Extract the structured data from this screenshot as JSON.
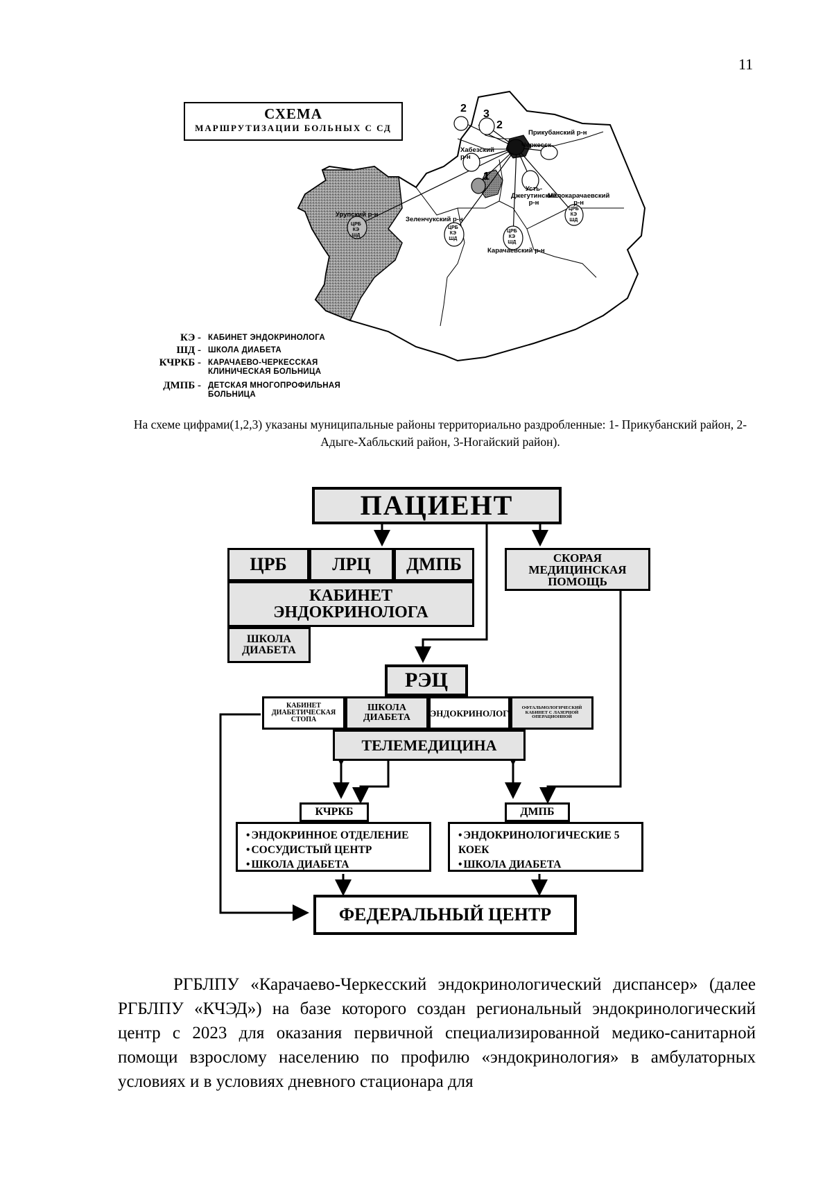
{
  "page_number": "11",
  "schema": {
    "title": "СХЕМА",
    "subtitle": "МАРШРУТИЗАЦИИ БОЛЬНЫХ С СД"
  },
  "map_labels": {
    "district_numbers": [
      "2",
      "3",
      "2",
      "1"
    ],
    "prikubansky": "Прикубанский р-н",
    "cherkessk": "Черкесск",
    "habezsky": "Хабезский\nр-н",
    "ust_dzheguta": "Усть-\nДжегутинский\nр-н",
    "malokarachaevsky": "Малокарачаевский\nр-н",
    "urupsky": "Урупский р-н",
    "zelenchuksky": "Зеленчукский р-н",
    "karachaevsky": "Карачаевский р-н",
    "node_text": "ЦРБ\nКЭ\nШД"
  },
  "legend": [
    {
      "abbr": "КЭ -",
      "def": "КАБИНЕТ ЭНДОКРИНОЛОГА"
    },
    {
      "abbr": "ШД -",
      "def": "ШКОЛА ДИАБЕТА"
    },
    {
      "abbr": "КЧРКБ -",
      "def": "КАРАЧАЕВО-ЧЕРКЕССКАЯ\nКЛИНИЧЕСКАЯ БОЛЬНИЦА"
    },
    {
      "abbr": "ДМПБ -",
      "def": "ДЕТСКАЯ МНОГОПРОФИЛЬНАЯ\nБОЛЬНИЦА"
    }
  ],
  "caption": "На схеме цифрами(1,2,3) указаны муниципальные районы территориально раздробленные: 1- Прикубанский район, 2- Адыге-Хабльский район, 3-Ногайский район).",
  "flow": {
    "patient": "ПАЦИЕНТ",
    "crb": "ЦРБ",
    "lrc": "ЛРЦ",
    "dmpb_top": "ДМПБ",
    "endo_cabinet": "КАБИНЕТ ЭНДОКРИНОЛОГА",
    "school_top": "ШКОЛА ДИАБЕТА",
    "ambulance": "СКОРАЯ МЕДИЦИНСКАЯ ПОМОЩЬ",
    "rec": "РЭЦ",
    "foot_cabinet": "КАБИНЕТ ДИАБЕТИЧЕСКАЯ СТОПА",
    "school_rec": "ШКОЛА ДИАБЕТА",
    "endocrinologist": "ЭНДОКРИНОЛОГ",
    "ophthalmology": "ОФТАЛЬМОЛОГИЧЕСКИЙ КАБИНЕТ С ЛАЗЕРНОЙ ОПЕРАЦИОННОЙ",
    "telemedicine": "ТЕЛЕМЕДИЦИНА",
    "kchrkb": "КЧРКБ",
    "dmpb_bottom": "ДМПБ",
    "kchrkb_items": [
      "ЭНДОКРИННОЕ ОТДЕЛЕНИЕ",
      "СОСУДИСТЫЙ ЦЕНТР",
      "ШКОЛА ДИАБЕТА"
    ],
    "dmpb_items": [
      "ЭНДОКРИНОЛОГИЧЕСКИЕ 5 КОЕК",
      "ШКОЛА ДИАБЕТА"
    ],
    "federal": "ФЕДЕРАЛЬНЫЙ ЦЕНТР"
  },
  "paragraph": "РГБЛПУ «Карачаево-Черкесский эндокринологический диспансер» (далее РГБЛПУ «КЧЭД») на базе которого создан региональный эндокринологический центр с 2023 для оказания первичной специализированной медико-санитарной помощи взрослому населению по профилю «эндокринология» в амбулаторных условиях и в условиях дневного стационара для"
}
